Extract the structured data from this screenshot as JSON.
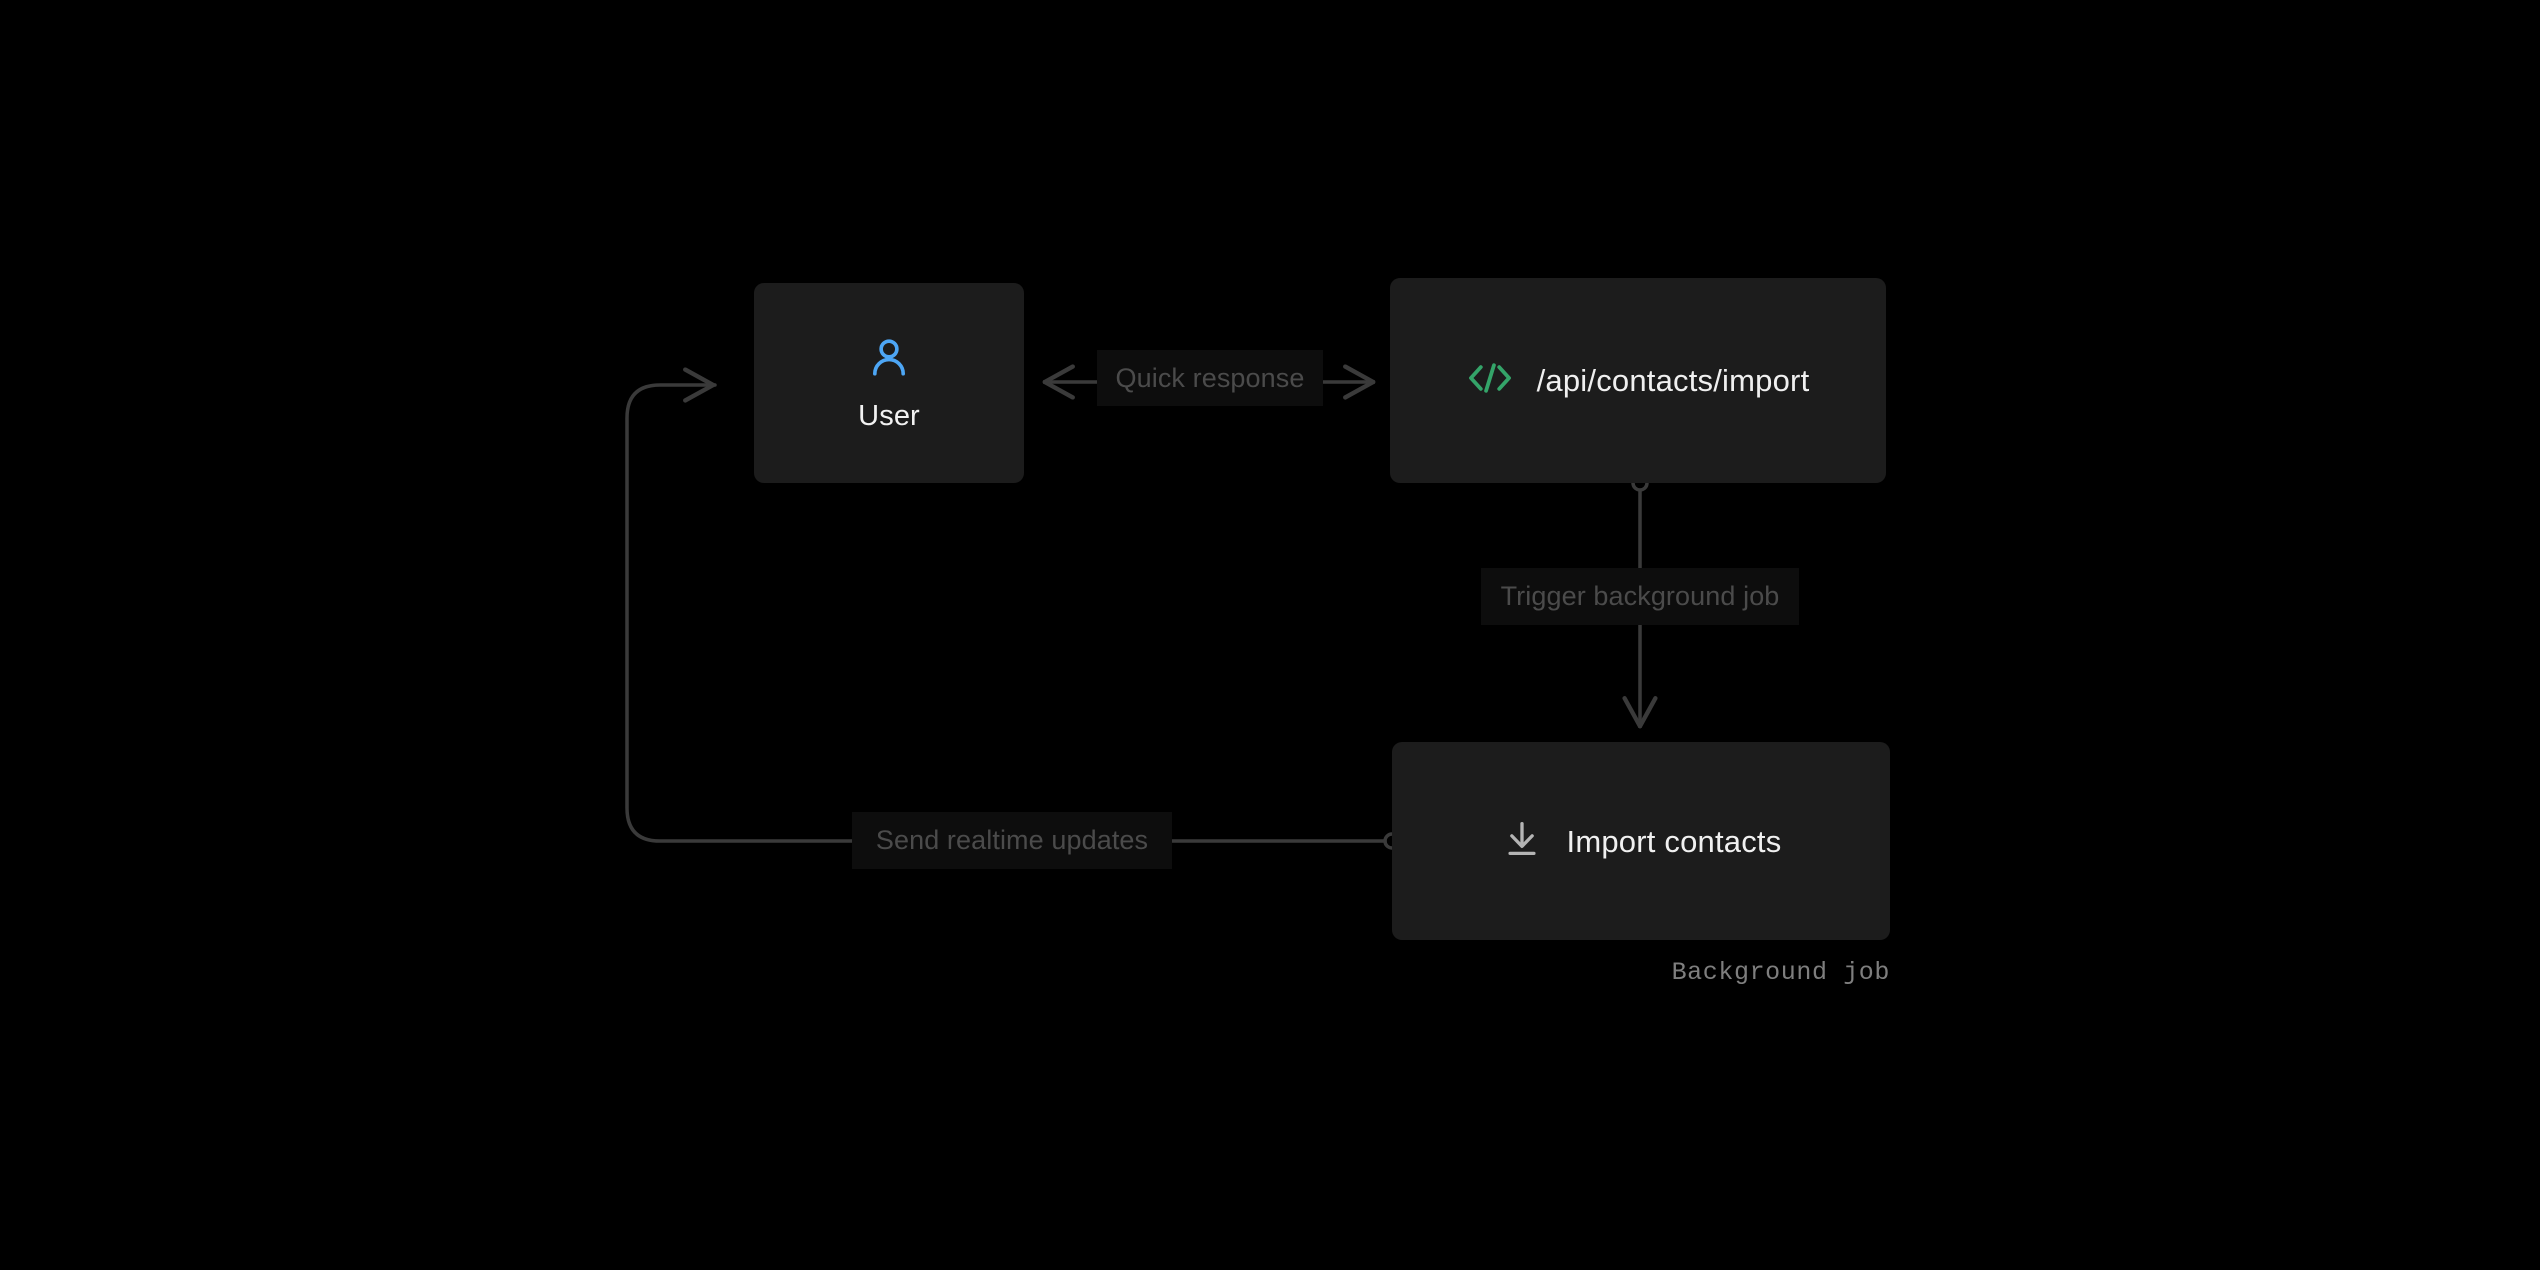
{
  "diagram": {
    "background_color": "#000000",
    "node_fill": "#1c1c1c",
    "edge_color": "#3a3a3a",
    "label_text_color": "#4b4b4b",
    "nodes": [
      {
        "id": "user",
        "label": "User",
        "icon": "user-icon",
        "icon_color": "#4da6f5"
      },
      {
        "id": "api",
        "label": "/api/contacts/import",
        "icon": "code-brackets-icon",
        "icon_color": "#34a469"
      },
      {
        "id": "job",
        "label": "Import contacts",
        "icon": "download-icon",
        "icon_color": "#b4b4b4",
        "caption": "Background job"
      }
    ],
    "edges": [
      {
        "id": "quick-response",
        "label": "Quick response",
        "direction": "bidirectional"
      },
      {
        "id": "trigger-background-job",
        "label": "Trigger background job",
        "direction": "down"
      },
      {
        "id": "send-realtime-updates",
        "label": "Send realtime updates",
        "direction": "left"
      }
    ]
  }
}
